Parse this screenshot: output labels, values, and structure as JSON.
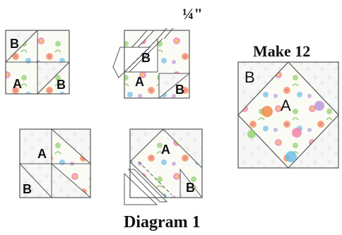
{
  "measure_label": "¼\"",
  "make_label": "Make 12",
  "caption": "Diagram 1",
  "labels": {
    "a": "A",
    "b": "B"
  },
  "colors": {
    "outline": "#555555",
    "white_print": "#f7f7f7",
    "flower_base": "#fbfbf6",
    "flower_pink": "#ef7fa8",
    "flower_orange": "#f2894a",
    "flower_green": "#8fcf6a",
    "flower_blue": "#6cbfe8",
    "flower_purple": "#b48ad6",
    "flower_yellow": "#f4d34c"
  }
}
